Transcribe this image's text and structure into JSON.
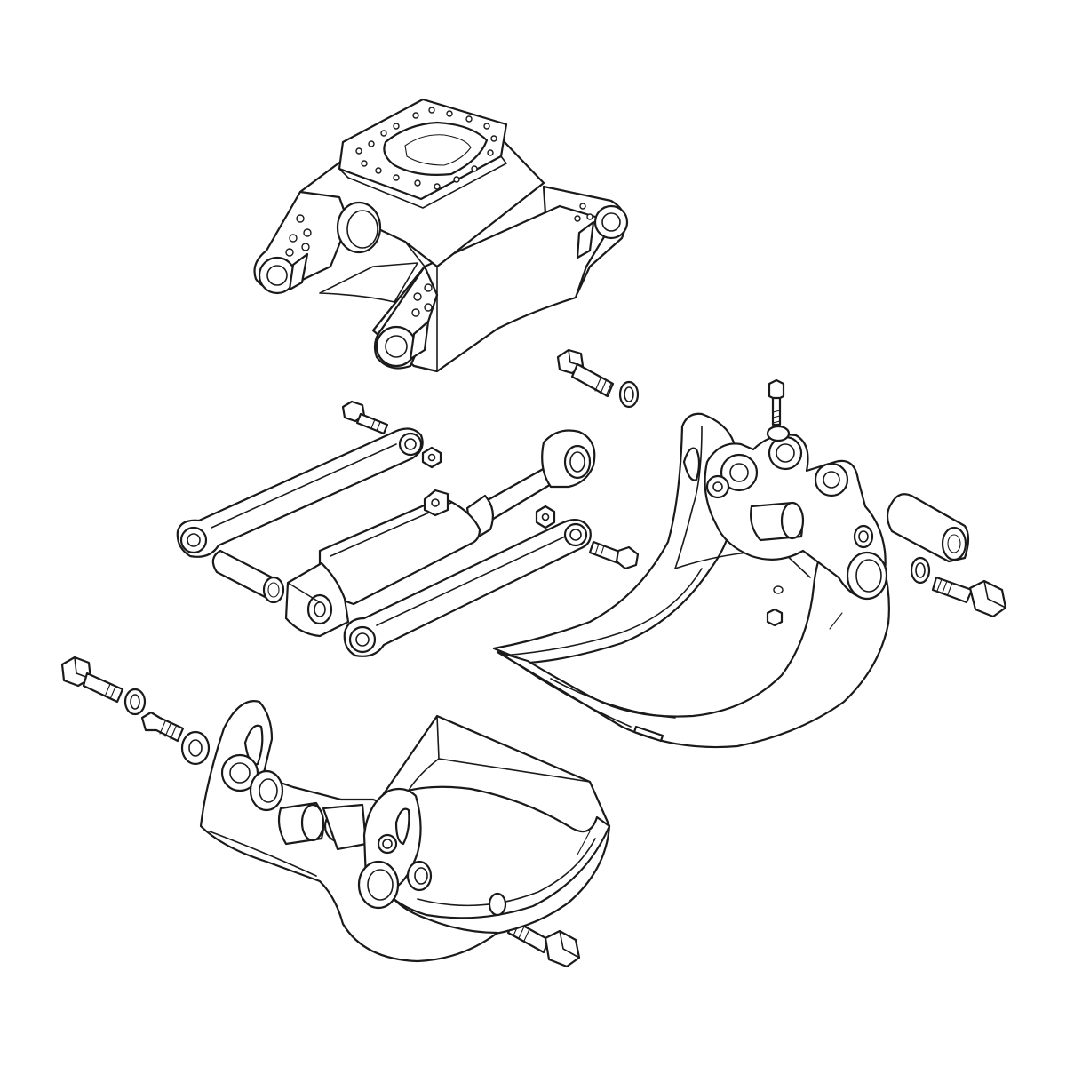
{
  "drawing": {
    "background": "#ffffff",
    "line_color": "#1a1a1a",
    "style": "isometric exploded line drawing",
    "parts": [
      {
        "id": "rotator-mount-frame",
        "icon": "frame-bracket-icon"
      },
      {
        "id": "upper-link-arm",
        "icon": "link-arm-icon"
      },
      {
        "id": "lower-link-arm",
        "icon": "link-arm-icon"
      },
      {
        "id": "hydraulic-cylinder",
        "icon": "cylinder-icon"
      },
      {
        "id": "spacer-tube-left",
        "icon": "tube-icon"
      },
      {
        "id": "spacer-tube-right",
        "icon": "tube-icon"
      },
      {
        "id": "grapple-jaw-right",
        "icon": "grapple-jaw-icon"
      },
      {
        "id": "grapple-jaw-left",
        "icon": "grapple-jaw-icon"
      },
      {
        "id": "hex-bolts",
        "icon": "bolt-icon"
      },
      {
        "id": "hex-nuts",
        "icon": "nut-icon"
      },
      {
        "id": "lock-washers",
        "icon": "washer-icon"
      }
    ]
  }
}
